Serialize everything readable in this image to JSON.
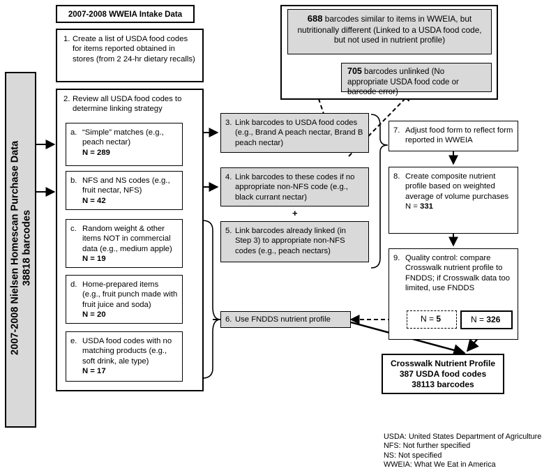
{
  "side_label": {
    "line1": "2007-2008 Nielsen Homescan Purchase Data",
    "line2": "38818 barcodes"
  },
  "intake_header": "2007-2008 WWEIA Intake Data",
  "step1": {
    "num": "1.",
    "text": "Create a list of USDA food codes for items reported obtained in stores (from 2 24-hr dietary recalls)"
  },
  "step2": {
    "num": "2.",
    "text": "Review all USDA food codes to determine linking strategy",
    "items": [
      {
        "letter": "a.",
        "text": "“Simple” matches (e.g., peach nectar)",
        "count": "N = 289"
      },
      {
        "letter": "b.",
        "text": "NFS and NS codes (e.g., fruit nectar, NFS)",
        "count": "N = 42"
      },
      {
        "letter": "c.",
        "text": "Random weight & other items NOT in commercial data (e.g., medium apple)",
        "count": "N = 19"
      },
      {
        "letter": "d.",
        "text": "Home-prepared items (e.g., fruit punch made with fruit juice and soda)",
        "count": "N = 20"
      },
      {
        "letter": "e.",
        "text": "USDA food codes with no matching products (e.g., soft drink, ale type)",
        "count": "N = 17"
      }
    ]
  },
  "step3": {
    "num": "3.",
    "text": "Link barcodes to USDA food codes (e.g., Brand A peach nectar, Brand B peach nectar)"
  },
  "step4": {
    "num": "4.",
    "text": "Link barcodes to these codes if no appropriate non-NFS code (e.g., black currant nectar)"
  },
  "plus": "+",
  "step5": {
    "num": "5.",
    "text": "Link barcodes already linked (in Step 3) to appropriate non-NFS codes (e.g., peach nectars)"
  },
  "step6": {
    "num": "6.",
    "text": "Use FNDDS nutrient profile"
  },
  "similar": {
    "count": "688",
    "text": " barcodes similar to items in WWEIA, but nutritionally different (Linked to a USDA food code, but not used in nutrient profile)"
  },
  "unlinked": {
    "count": "705",
    "text": " barcodes unlinked (No appropriate USDA food code or barcode error)"
  },
  "step7": {
    "num": "7.",
    "text": "Adjust food form to reflect form reported in WWEIA"
  },
  "step8": {
    "num": "8.",
    "text": "Create composite nutrient profile based on weighted average of volume purchases",
    "count_label": "N = ",
    "count": "331"
  },
  "step9": {
    "num": "9.",
    "text": "Quality control: compare Crosswalk nutrient profile to FNDDS; if Crosswalk data too limited, use FNDDS"
  },
  "n5": {
    "label": "N = ",
    "value": "5"
  },
  "n326": {
    "label": "N = ",
    "value": "326"
  },
  "result": {
    "line1": "Crosswalk Nutrient Profile",
    "line2": "387 USDA food codes",
    "line3": "38113 barcodes"
  },
  "legend": [
    "USDA: United States Department of Agriculture",
    "NFS: Not further specified",
    "NS: Not specified",
    "WWEIA: What We Eat in America"
  ]
}
